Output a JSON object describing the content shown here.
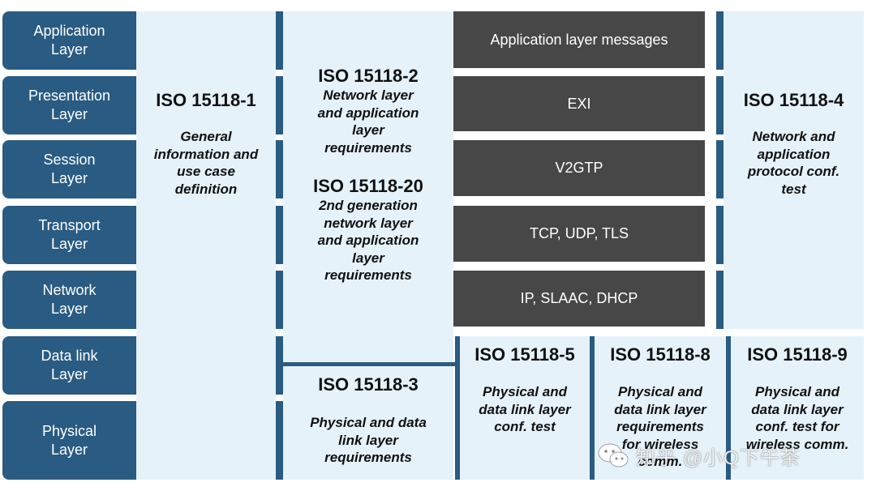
{
  "osi_layers": [
    "Application\nLayer",
    "Presentation\nLayer",
    "Session\nLayer",
    "Transport\nLayer",
    "Network\nLayer",
    "Data link\nLayer",
    "Physical\nLayer"
  ],
  "iso_15118_1": {
    "title": "ISO 15118-1",
    "desc": "General\ninformation and\nuse case\ndefinition"
  },
  "iso_15118_2": {
    "title": "ISO 15118-2",
    "desc": "Network layer\nand application\nlayer\nrequirements"
  },
  "iso_15118_20": {
    "title": "ISO 15118-20",
    "desc": "2nd generation\nnetwork layer\nand application\nlayer\nrequirements"
  },
  "iso_15118_3": {
    "title": "ISO 15118-3",
    "desc": "Physical and data\nlink layer\nrequirements"
  },
  "protocols": [
    "Application layer messages",
    "EXI",
    "V2GTP",
    "TCP, UDP, TLS",
    "IP, SLAAC, DHCP"
  ],
  "iso_15118_4": {
    "title": "ISO 15118-4",
    "desc": "Network and\napplication\nprotocol conf.\ntest"
  },
  "iso_15118_5": {
    "title": "ISO 15118-5",
    "desc": "Physical and\ndata link layer\nconf. test"
  },
  "iso_15118_8": {
    "title": "ISO 15118-8",
    "desc": "Physical and\ndata link layer\nrequirements\nfor wireless\ncomm."
  },
  "iso_15118_9": {
    "title": "ISO 15118-9",
    "desc": "Physical and\ndata link layer\nconf. test for\nwireless comm."
  },
  "watermark": {
    "text": "知乎 @小Q下午茶"
  },
  "colors": {
    "osi_blue": "#2a5b82",
    "panel_bg": "#e6f2fa",
    "protocol_box": "#474747"
  }
}
